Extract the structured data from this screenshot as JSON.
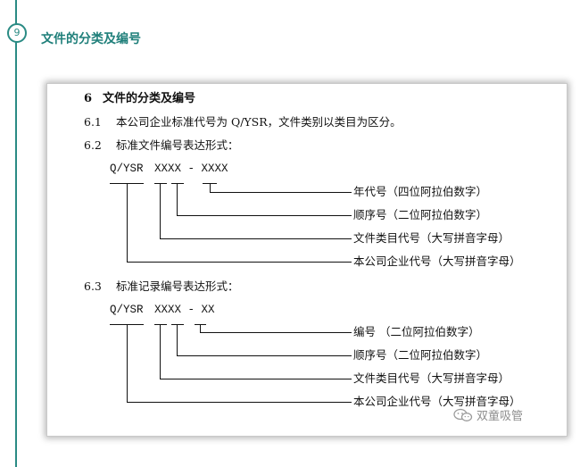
{
  "section": {
    "number": "9",
    "title": "文件的分类及编号"
  },
  "doc": {
    "heading_num": "6",
    "heading_text": "文件的分类及编号",
    "p61_num": "6.1",
    "p61_text": "本公司企业标准代号为 Q/YSR，文件类别以类目为区分。",
    "p62_num": "6.2",
    "p62_text": "标准文件编号表达形式：",
    "code1_prefix": "Q/YSR",
    "code1_rest": "XXXX - XXXX",
    "labels1": [
      "年代号（四位阿拉伯数字）",
      "顺序号（二位阿拉伯数字）",
      "文件类目代号（大写拼音字母）",
      "本公司企业代号（大写拼音字母）"
    ],
    "p63_num": "6.3",
    "p63_text": "标准记录编号表达形式：",
    "code2_prefix": "Q/YSR",
    "code2_rest": "XXXX - XX",
    "labels2": [
      "编号 （二位阿拉伯数字）",
      "顺序号（二位阿拉伯数字）",
      "文件类目代号（大写拼音字母）",
      "本公司企业代号（大写拼音字母）"
    ]
  },
  "watermark": {
    "text": "双童吸管",
    "icon": "wechat-icon"
  },
  "colors": {
    "accent": "#2a8b84",
    "heading": "#1f7f7a",
    "watermark": "#8f8f8f"
  }
}
